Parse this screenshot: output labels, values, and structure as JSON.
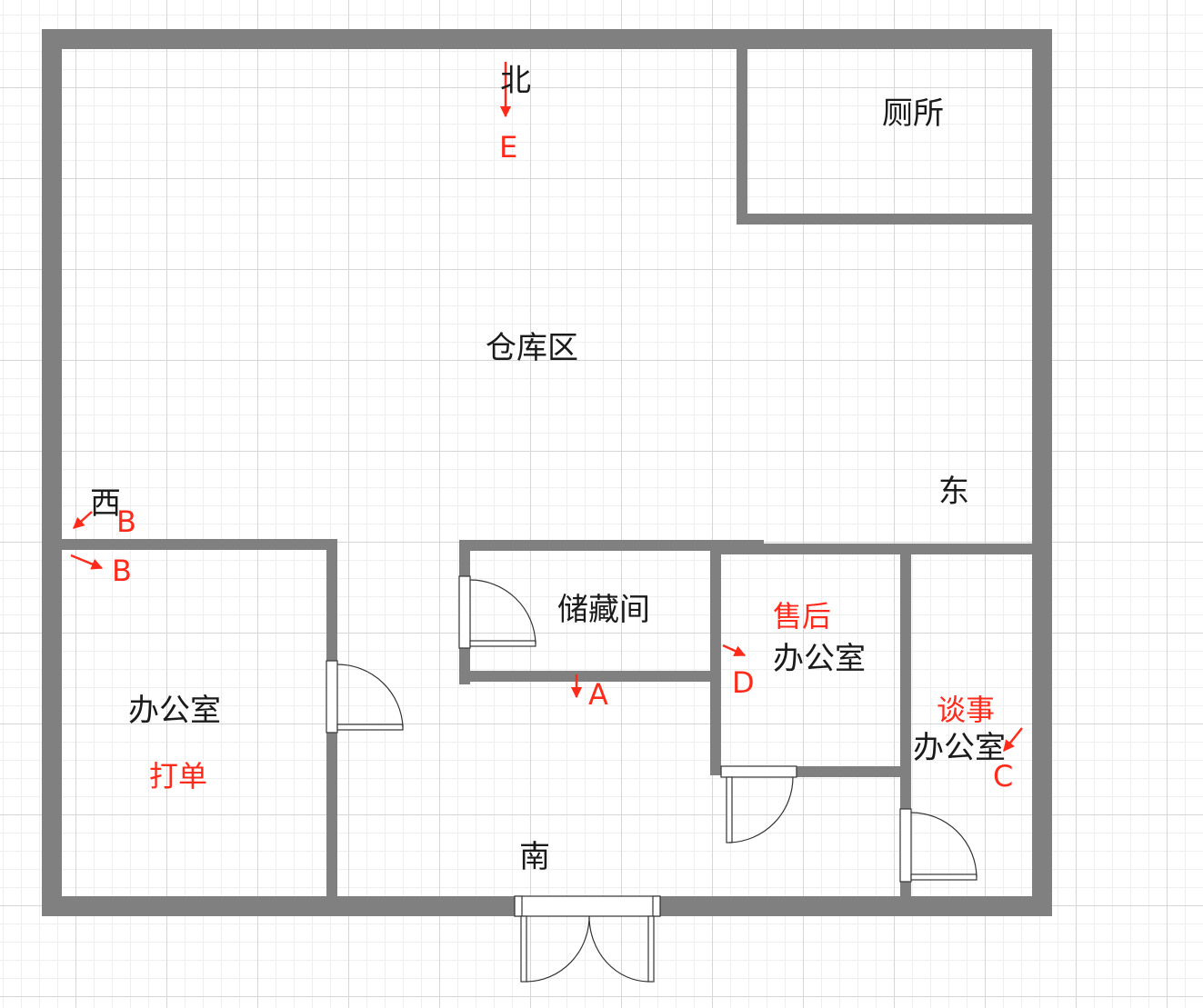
{
  "rooms": {
    "warehouse": "仓库区",
    "toilet": "厕所",
    "storage": "储藏间",
    "office_left": "办公室",
    "office_mid": "办公室",
    "office_right": "办公室"
  },
  "directions": {
    "north": "北",
    "south": "南",
    "east": "东",
    "west": "西"
  },
  "annotations": {
    "print": "打单",
    "after_sales": "售后",
    "talk": "谈事"
  },
  "markers": {
    "a": "A",
    "b1": "B",
    "b2": "B",
    "c": "C",
    "d": "D",
    "e": "E"
  },
  "colors": {
    "wall": "#808080",
    "annotation": "#ff2a1a",
    "text": "#1a1a1a"
  }
}
